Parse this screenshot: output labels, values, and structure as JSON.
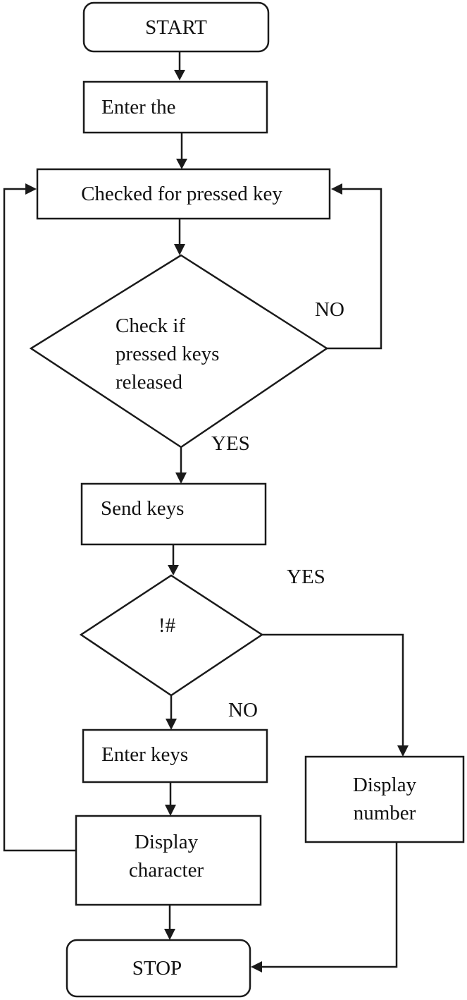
{
  "nodes": {
    "start": {
      "label": [
        "START"
      ]
    },
    "enter_the": {
      "label": [
        "Enter the"
      ]
    },
    "check_pressed": {
      "label": [
        "Checked for pressed key"
      ]
    },
    "check_released": {
      "label": [
        "Check if",
        "pressed keys",
        "released"
      ]
    },
    "send_keys": {
      "label": [
        "Send keys"
      ]
    },
    "hash_check": {
      "label": [
        "!#"
      ]
    },
    "enter_keys": {
      "label": [
        "Enter keys"
      ]
    },
    "display_character": {
      "label": [
        "Display",
        "character"
      ]
    },
    "display_number": {
      "label": [
        "Display",
        "number"
      ]
    },
    "stop": {
      "label": [
        "STOP"
      ]
    }
  },
  "edges": [
    {
      "from": "start",
      "to": "enter_the",
      "label": ""
    },
    {
      "from": "enter_the",
      "to": "check_pressed",
      "label": ""
    },
    {
      "from": "check_pressed",
      "to": "check_released",
      "label": ""
    },
    {
      "from": "check_released",
      "to": "check_pressed",
      "label": "NO"
    },
    {
      "from": "check_released",
      "to": "send_keys",
      "label": "YES"
    },
    {
      "from": "send_keys",
      "to": "hash_check",
      "label": ""
    },
    {
      "from": "hash_check",
      "to": "display_number",
      "label": "YES"
    },
    {
      "from": "hash_check",
      "to": "enter_keys",
      "label": "NO"
    },
    {
      "from": "enter_keys",
      "to": "display_character",
      "label": ""
    },
    {
      "from": "display_character",
      "to": "check_pressed",
      "label": ""
    },
    {
      "from": "display_character",
      "to": "stop",
      "label": ""
    },
    {
      "from": "display_number",
      "to": "stop",
      "label": ""
    }
  ]
}
